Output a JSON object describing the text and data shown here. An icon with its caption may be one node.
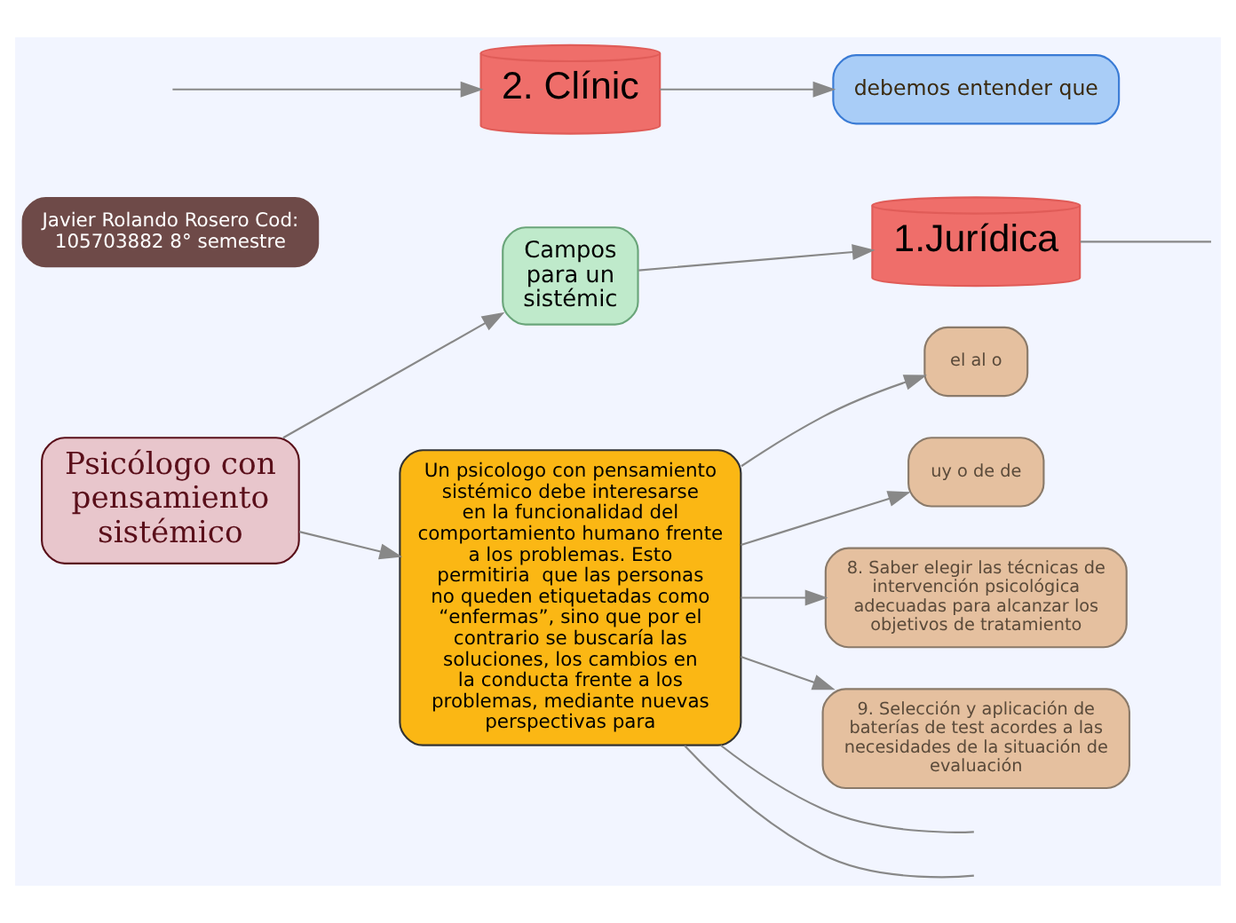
{
  "diagram": {
    "nodes": [
      {
        "text": [
          "Psicólogo con pensamiento sistémico"
        ]
      },
      {
        "text": [
          "Javier Rolando Rosero Cod: 105703882 8° semestre"
        ]
      },
      {
        "text": [
          "Campos para un sistémic"
        ]
      },
      {
        "text": [
          "1.Jurídica"
        ]
      },
      {
        "text": [
          "2. Clínic"
        ]
      },
      {
        "text": [
          "debemos entender que"
        ]
      },
      {
        "text": [
          "Un psicologo con pensamiento sistémico debe interesarse en la funcionalidad del comportamiento humano frente a los problemas. Esto permitiria  que las personas no queden etiquetadas como “enfermas”, sino que por el contrario se buscaría las soluciones, los cambios en la conducta frente a los problemas, mediante nuevas perspectivas para"
        ]
      },
      {
        "text": [
          "el al o"
        ]
      },
      {
        "text": [
          "uy o de de"
        ]
      },
      {
        "text": [
          "8. Saber elegir las técnicas de intervención psicológica adecuadas para alcanzar los objetivos de tratamiento"
        ]
      },
      {
        "text": [
          "9. Selección y aplicación de baterías de test acordes a las necesidades de la situación de evaluación"
        ]
      }
    ],
    "edges": [
      {
        "from": 0,
        "to": 2,
        "arrow": "to"
      },
      {
        "from": 0,
        "to": 6,
        "arrow": "to"
      },
      {
        "from": 2,
        "to": 3,
        "arrow": "to"
      },
      {
        "from": null,
        "to": 4,
        "arrow": "to"
      },
      {
        "from": 4,
        "to": 5,
        "arrow": "to"
      },
      {
        "from": 3,
        "to": null,
        "arrow": "none"
      },
      {
        "from": 6,
        "to": 7,
        "arrow": "to"
      },
      {
        "from": 6,
        "to": 8,
        "arrow": "to"
      },
      {
        "from": 6,
        "to": 9,
        "arrow": "to"
      },
      {
        "from": 6,
        "to": 10,
        "arrow": "to"
      },
      {
        "from": 6,
        "to": null,
        "arrow": "none"
      },
      {
        "from": 6,
        "to": null,
        "arrow": "none"
      }
    ]
  }
}
